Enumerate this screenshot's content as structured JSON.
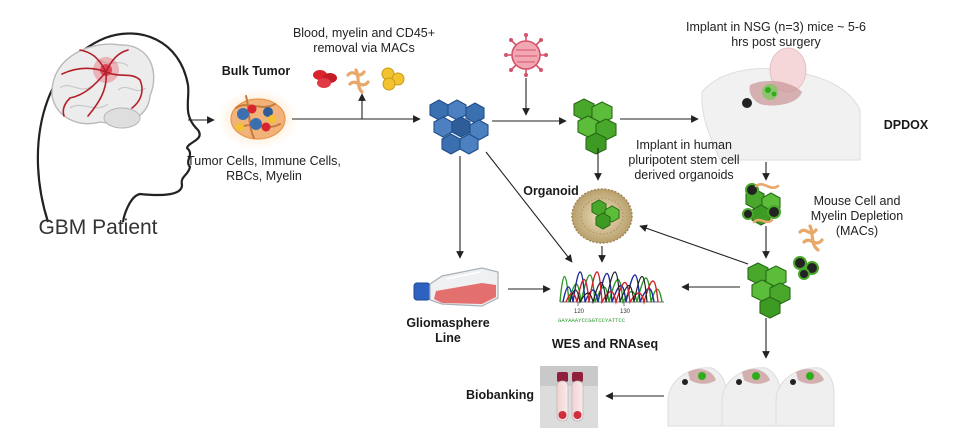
{
  "patient": {
    "label": "GBM Patient"
  },
  "bulk_tumor": {
    "title": "Bulk Tumor",
    "components": "Tumor Cells, Immune Cells, RBCs, Myelin"
  },
  "removal": {
    "text": "Blood, myelin and CD45+ removal via MACs"
  },
  "implant_mice": {
    "text": "Implant in NSG (n=3) mice ~ 5-6 hrs post surgery"
  },
  "dpdox": {
    "label": "DPDOX"
  },
  "implant_organoid": {
    "text": "Implant in human pluripotent stem cell derived organoids"
  },
  "organoid": {
    "label": "Organoid"
  },
  "mouse_depletion": {
    "text": "Mouse Cell and Myelin Depletion (MACs)"
  },
  "gliomasphere": {
    "label": "Gliomasphere Line"
  },
  "sequencing": {
    "label": "WES and RNAseq",
    "tick_left": "120",
    "tick_right": "130",
    "bases": "GAYAAAYCCGGTCCYATTCC"
  },
  "biobanking": {
    "label": "Biobanking"
  },
  "colors": {
    "tumor_blue": "#3a6fb0",
    "graft_green": "#49a82c",
    "rbc_red": "#d9232e",
    "myelin_tan": "#e8a86a",
    "virus_pink": "#e0707e",
    "vessel_red": "#b3202a"
  }
}
